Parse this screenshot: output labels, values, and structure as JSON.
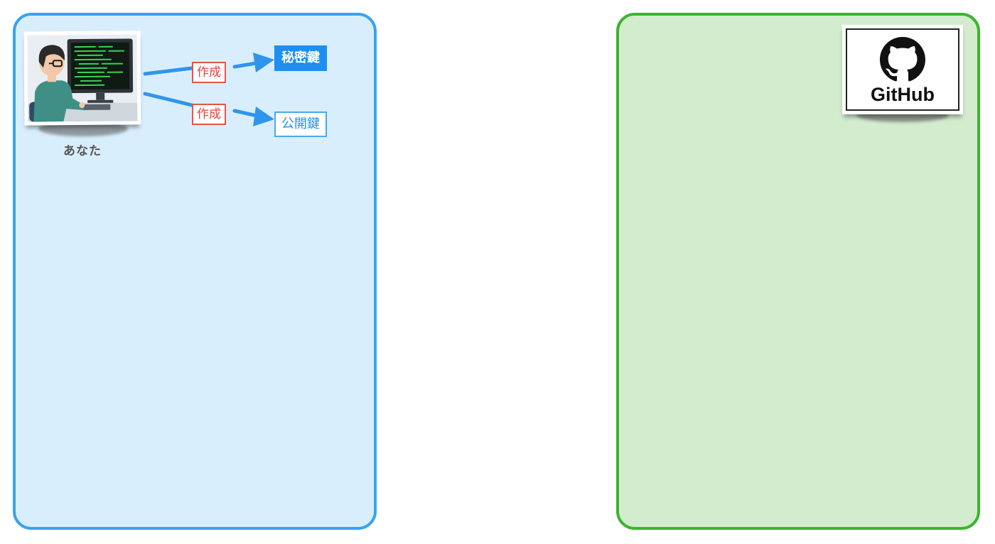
{
  "you": {
    "label": "あなた"
  },
  "actions": {
    "create_secret": "作成",
    "create_public": "作成"
  },
  "keys": {
    "secret": "秘密鍵",
    "public": "公開鍵"
  },
  "github": {
    "wordmark": "GitHub",
    "icon": "github-octocat-icon"
  },
  "colors": {
    "you_panel_fill": "#d9eefc",
    "you_panel_border": "#3aa2f0",
    "github_panel_fill": "#d3ecce",
    "github_panel_border": "#3bb52e",
    "create_tag": "#e8534a",
    "key_blue": "#1e8ff0"
  }
}
